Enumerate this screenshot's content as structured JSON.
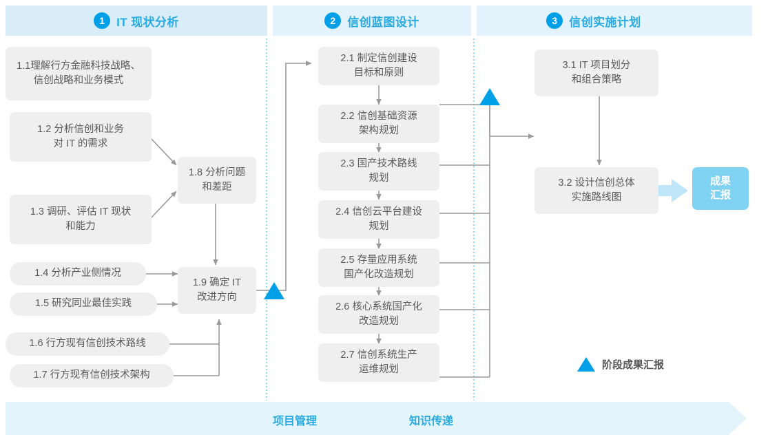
{
  "phases": [
    {
      "num": "1",
      "title": "IT 现状分析"
    },
    {
      "num": "2",
      "title": "信创蓝图设计"
    },
    {
      "num": "3",
      "title": "信创实施计划"
    }
  ],
  "boxes": {
    "b11": "1.1理解行方金融科技战略、\n信创战略和业务模式",
    "b12": "1.2 分析信创和业务\n对 IT 的需求",
    "b13": "1.3 调研、评估 IT 现状\n和能力",
    "b14": "1.4 分析产业侧情况",
    "b15": "1.5 研究同业最佳实践",
    "b16": "1.6 行方现有信创技术路线",
    "b17": "1.7 行方现有信创技术架构",
    "b18": "1.8 分析问题\n和差距",
    "b19": "1.9 确定 IT\n改进方向",
    "b21": "2.1 制定信创建设\n目标和原则",
    "b22": "2.2 信创基础资源\n架构规划",
    "b23": "2.3 国产技术路线\n规划",
    "b24": "2.4 信创云平台建设\n规划",
    "b25": "2.5 存量应用系统\n国产化改造规划",
    "b26": "2.6 核心系统国产化\n改造规划",
    "b27": "2.7 信创系统生产\n运维规划",
    "b31": "3.1 IT 项目划分\n和组合策略",
    "b32": "3.2 设计信创总体\n实施路线图"
  },
  "result_badge": "成果\n汇报",
  "legend": {
    "label": "阶段成果汇报"
  },
  "bottom": {
    "label_project": "项目管理",
    "label_knowledge": "知识传递"
  },
  "colors": {
    "accent": "#00a0e9",
    "title": "#29abe2",
    "band": "#d9edf9",
    "band_pale": "#e4f2fb",
    "box_bg": "#efefef",
    "box_text": "#5a5a5a",
    "badge_bg": "#7fd2f2",
    "bottom_band": "#e4f4fc",
    "connector": "#9a9a9a",
    "divider": "#4fc3e8"
  }
}
